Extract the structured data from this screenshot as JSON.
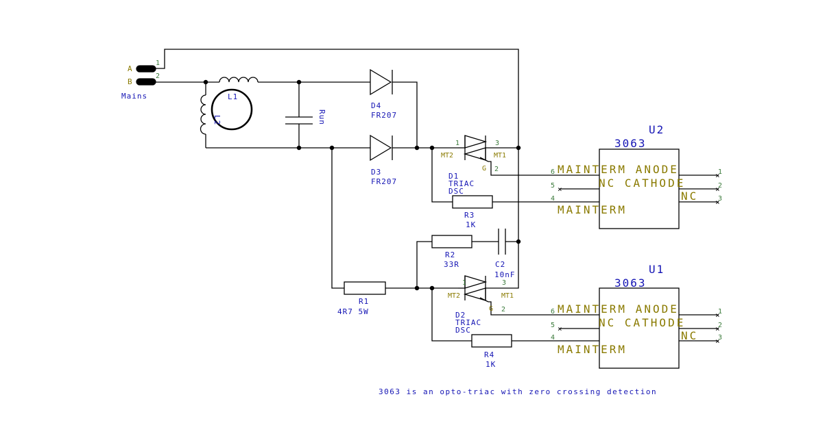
{
  "connector": {
    "pin_a": "A",
    "pin_b": "B",
    "pin1": "1",
    "pin2": "2",
    "ref": "Mains"
  },
  "motor": {
    "ref": "L1",
    "winding_label": "L2",
    "cap_label": "Run"
  },
  "d4": {
    "ref": "D4",
    "value": "FR207"
  },
  "d3": {
    "ref": "D3",
    "value": "FR207"
  },
  "d1": {
    "ref": "D1",
    "value1": "TRIAC",
    "value2": "DSC",
    "pin1": "1",
    "pin2": "2",
    "pin3": "3",
    "mt2": "MT2",
    "mt1": "MT1",
    "g": "G"
  },
  "d2": {
    "ref": "D2",
    "value1": "TRIAC",
    "value2": "DSC",
    "pin1": "1",
    "pin2": "2",
    "pin3": "3",
    "mt2": "MT2",
    "mt1": "MT1",
    "g": "G"
  },
  "r3": {
    "ref": "R3",
    "value": "1K"
  },
  "r4": {
    "ref": "R4",
    "value": "1K"
  },
  "r2": {
    "ref": "R2",
    "value": "33R"
  },
  "r1": {
    "ref": "R1",
    "value": "4R7 5W"
  },
  "c2": {
    "ref": "C2",
    "value": "10nF"
  },
  "u2": {
    "ref": "U2",
    "part": "3063",
    "row1": "MAINTERM ANODE",
    "row2": "NC CATHODE",
    "row3_right": "NC",
    "row3_left": "MAINTERM",
    "pins_left": [
      "6",
      "5",
      "4"
    ],
    "pins_right": [
      "1",
      "2",
      "3"
    ]
  },
  "u1": {
    "ref": "U1",
    "part": "3063",
    "row1": "MAINTERM ANODE",
    "row2": "NC CATHODE",
    "row3_right": "NC",
    "row3_left": "MAINTERM",
    "pins_left": [
      "6",
      "5",
      "4"
    ],
    "pins_right": [
      "1",
      "2",
      "3"
    ]
  },
  "note": "3063 is an opto-triac with zero crossing detection"
}
